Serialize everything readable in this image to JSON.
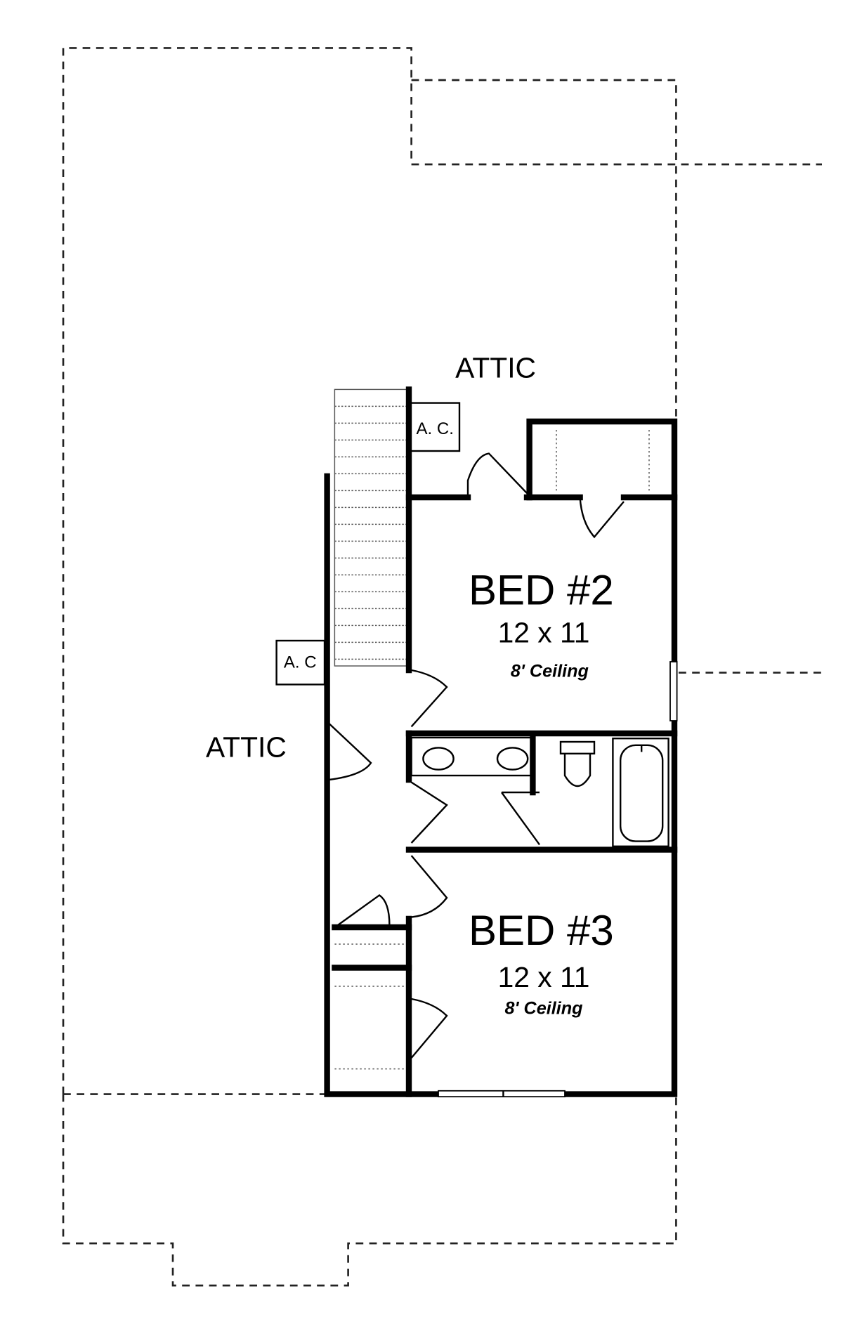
{
  "plan": {
    "attic_top": "ATTIC",
    "attic_left": "ATTIC",
    "ac_upper": "A. C.",
    "ac_lower": "A. C",
    "bed2": {
      "name": "BED #2",
      "size": "12 x 11",
      "ceiling": "8' Ceiling"
    },
    "bed3": {
      "name": "BED #3",
      "size": "12 x 11",
      "ceiling": "8' Ceiling"
    }
  }
}
